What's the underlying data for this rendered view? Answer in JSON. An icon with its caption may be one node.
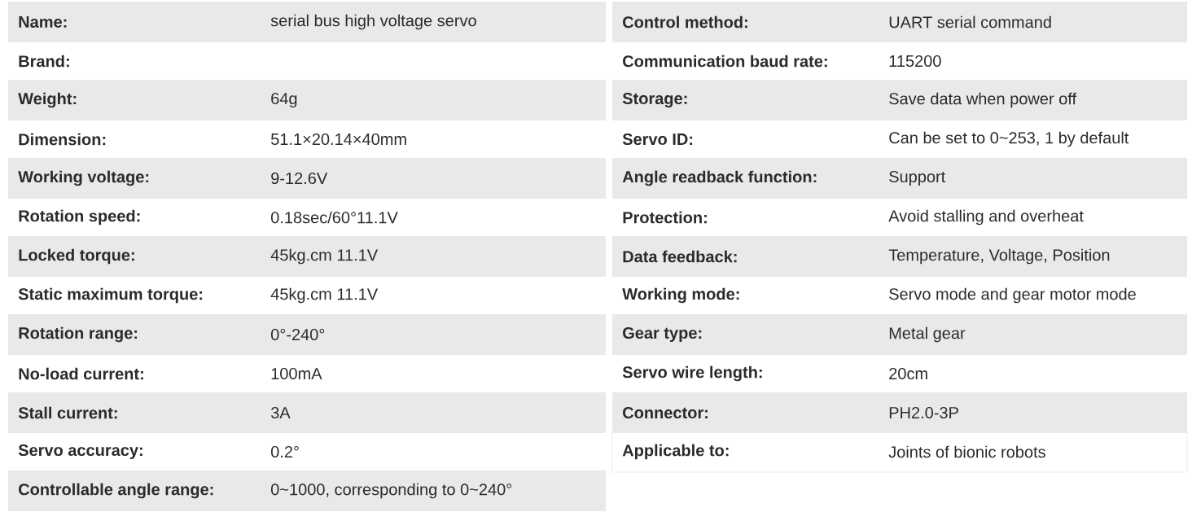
{
  "diagram": {
    "labels": [
      "Name:",
      "serial bus high voltage servo",
      "Brand:",
      "Weight:",
      "64g",
      "Dimension:",
      "51.1×20.14×40mm",
      "Working voltage:",
      "9-12.6V",
      "Rotation speed:",
      "0.18sec/60°11.1V",
      "Locked torque:",
      "45kg.cm 11.1V",
      "Static maximum torque:",
      "45kg.cm 11.1V",
      "Rotation range:",
      "0°-240°",
      "No-load current:",
      "100mA",
      "Stall current:",
      "3A",
      "Servo accuracy:",
      "0.2°",
      "Controllable angle range:",
      "0~1000, corresponding to 0~240°",
      "Control method:",
      "UART serial command",
      "Communication baud rate:",
      "115200",
      "Storage:",
      "Save data when power off",
      "Servo ID:",
      "Can be set to 0~253, 1 by default",
      "Angle readback function:",
      "Support",
      "Protection:",
      "Avoid stalling and overheat",
      "Data feedback:",
      "Temperature, Voltage, Position",
      "Working mode:",
      "Servo mode and gear motor mode",
      "Gear type:",
      "Metal gear",
      "Servo wire length:",
      "20cm",
      "Connector:",
      "PH2.0-3P",
      "Applicable to:",
      "Joints of bionic robots"
    ]
  }
}
